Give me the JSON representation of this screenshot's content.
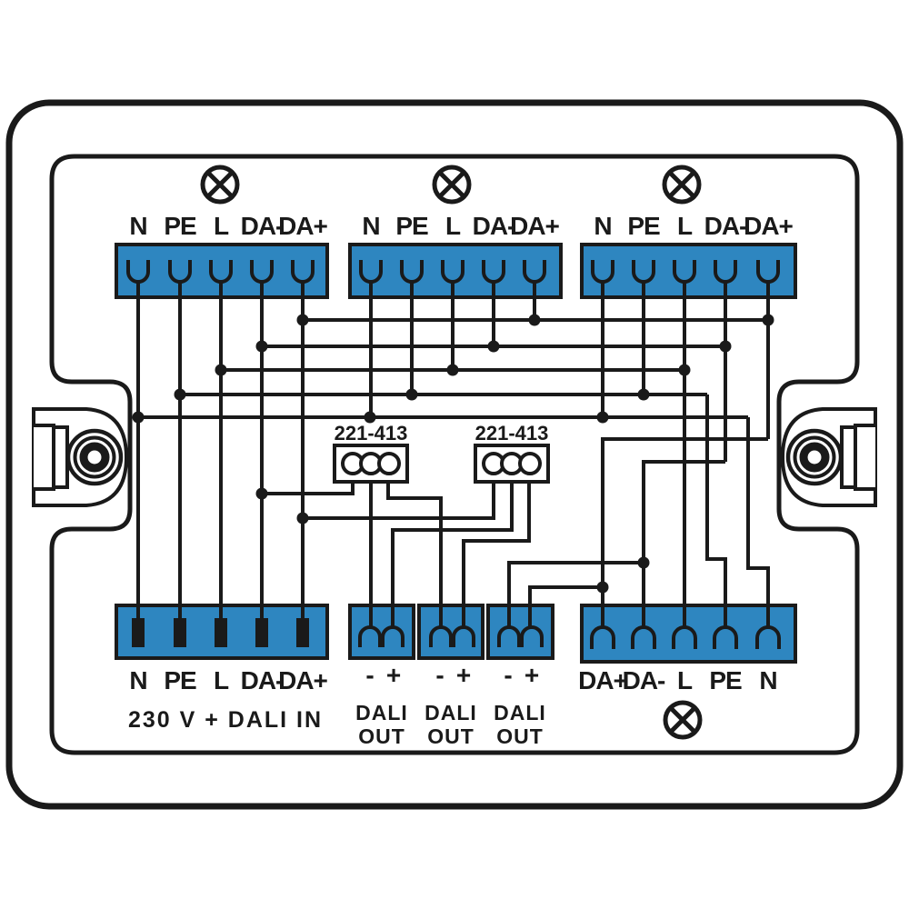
{
  "labels": {
    "terminal": [
      "N",
      "PE",
      "L",
      "DA-",
      "DA+"
    ],
    "bottom_right": [
      "DA+",
      "DA-",
      "L",
      "PE",
      "N"
    ],
    "minus": "-",
    "plus": "+",
    "input_caption": "230 V + DALI IN",
    "connector_model": "221-413",
    "dali_out": {
      "line1": "DALI",
      "line2": "OUT"
    }
  },
  "colors": {
    "terminal_blue": "#2e86c0",
    "line": "#1a1a1a"
  }
}
